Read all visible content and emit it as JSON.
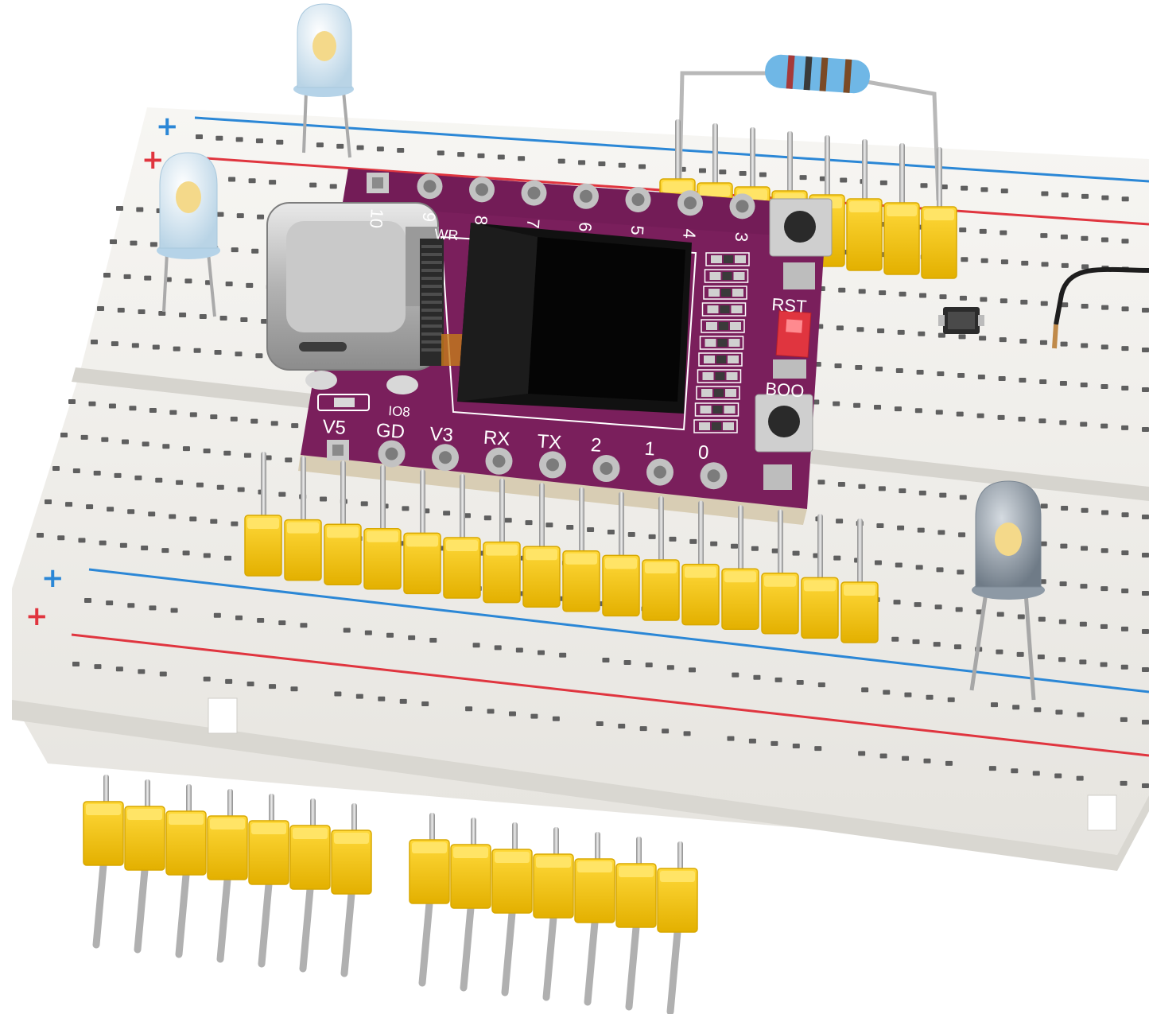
{
  "colors": {
    "background": "#ffffff",
    "breadboard": "#f1f0ec",
    "breadboard_shadow": "#dcdad4",
    "hole": "#5a5a5a",
    "rail_blue": "#2b87d6",
    "rail_red": "#e0353f",
    "pcb": "#7a1f5c",
    "pcb_dark": "#5e1446",
    "pad": "#b9b9b9",
    "header_plastic": "#f5c518",
    "pin_metal": "#c9c9c9",
    "display": "#0b0b0b",
    "led_clear": "#dde8f0",
    "led_grey": "#8b97a3",
    "led_die": "#f4d98a",
    "reset_switch": "#e0353f"
  },
  "breadboard": {
    "rail_symbols": {
      "plus_top": "+",
      "plus_bottom": "+"
    }
  },
  "board": {
    "top_pin_labels": [
      "10",
      "9",
      "8",
      "7",
      "6",
      "5",
      "4",
      "3"
    ],
    "bottom_pin_labels": [
      "V5",
      "GD",
      "V3",
      "RX",
      "TX",
      "2",
      "1",
      "0"
    ],
    "pwr_label": "WR",
    "io8_label": "IO8",
    "rst_label": "RST",
    "boot_label": "BOO"
  }
}
